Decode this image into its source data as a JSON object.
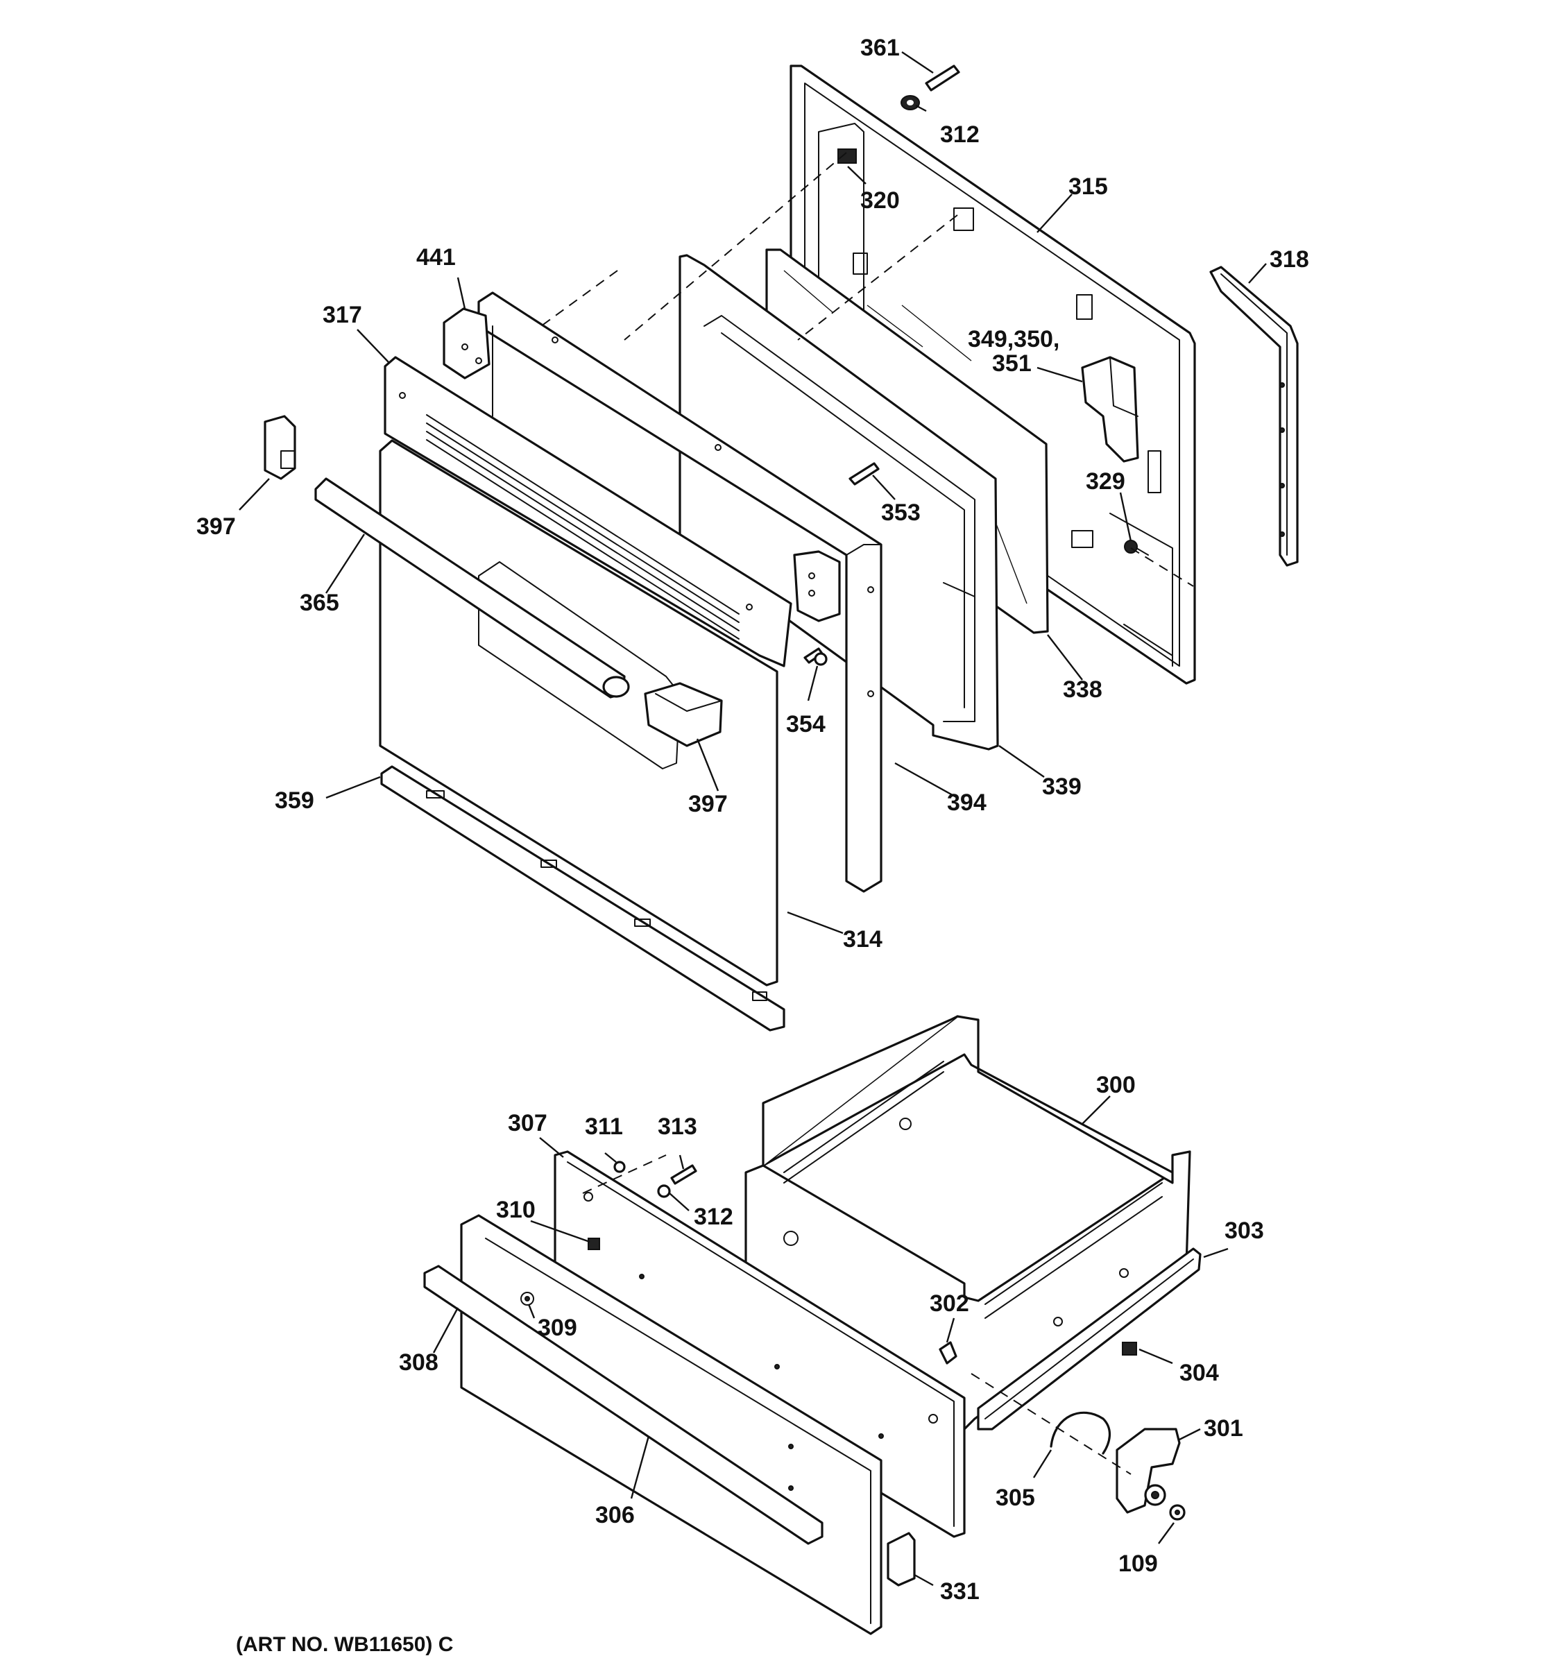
{
  "art_number": "(ART NO. WB11650) C",
  "callouts": {
    "c361": "361",
    "c312a": "312",
    "c320": "320",
    "c315": "315",
    "c318": "318",
    "c441": "441",
    "c317": "317",
    "c349": "349,350,",
    "c351": "351",
    "c397a": "397",
    "c329": "329",
    "c353": "353",
    "c365": "365",
    "c338": "338",
    "c354": "354",
    "c397b": "397",
    "c339": "339",
    "c394": "394",
    "c359": "359",
    "c314": "314",
    "c300": "300",
    "c307": "307",
    "c311": "311",
    "c313": "313",
    "c312b": "312",
    "c310": "310",
    "c303": "303",
    "c302": "302",
    "c309": "309",
    "c308": "308",
    "c304": "304",
    "c301": "301",
    "c305": "305",
    "c306": "306",
    "c109": "109",
    "c331": "331"
  }
}
